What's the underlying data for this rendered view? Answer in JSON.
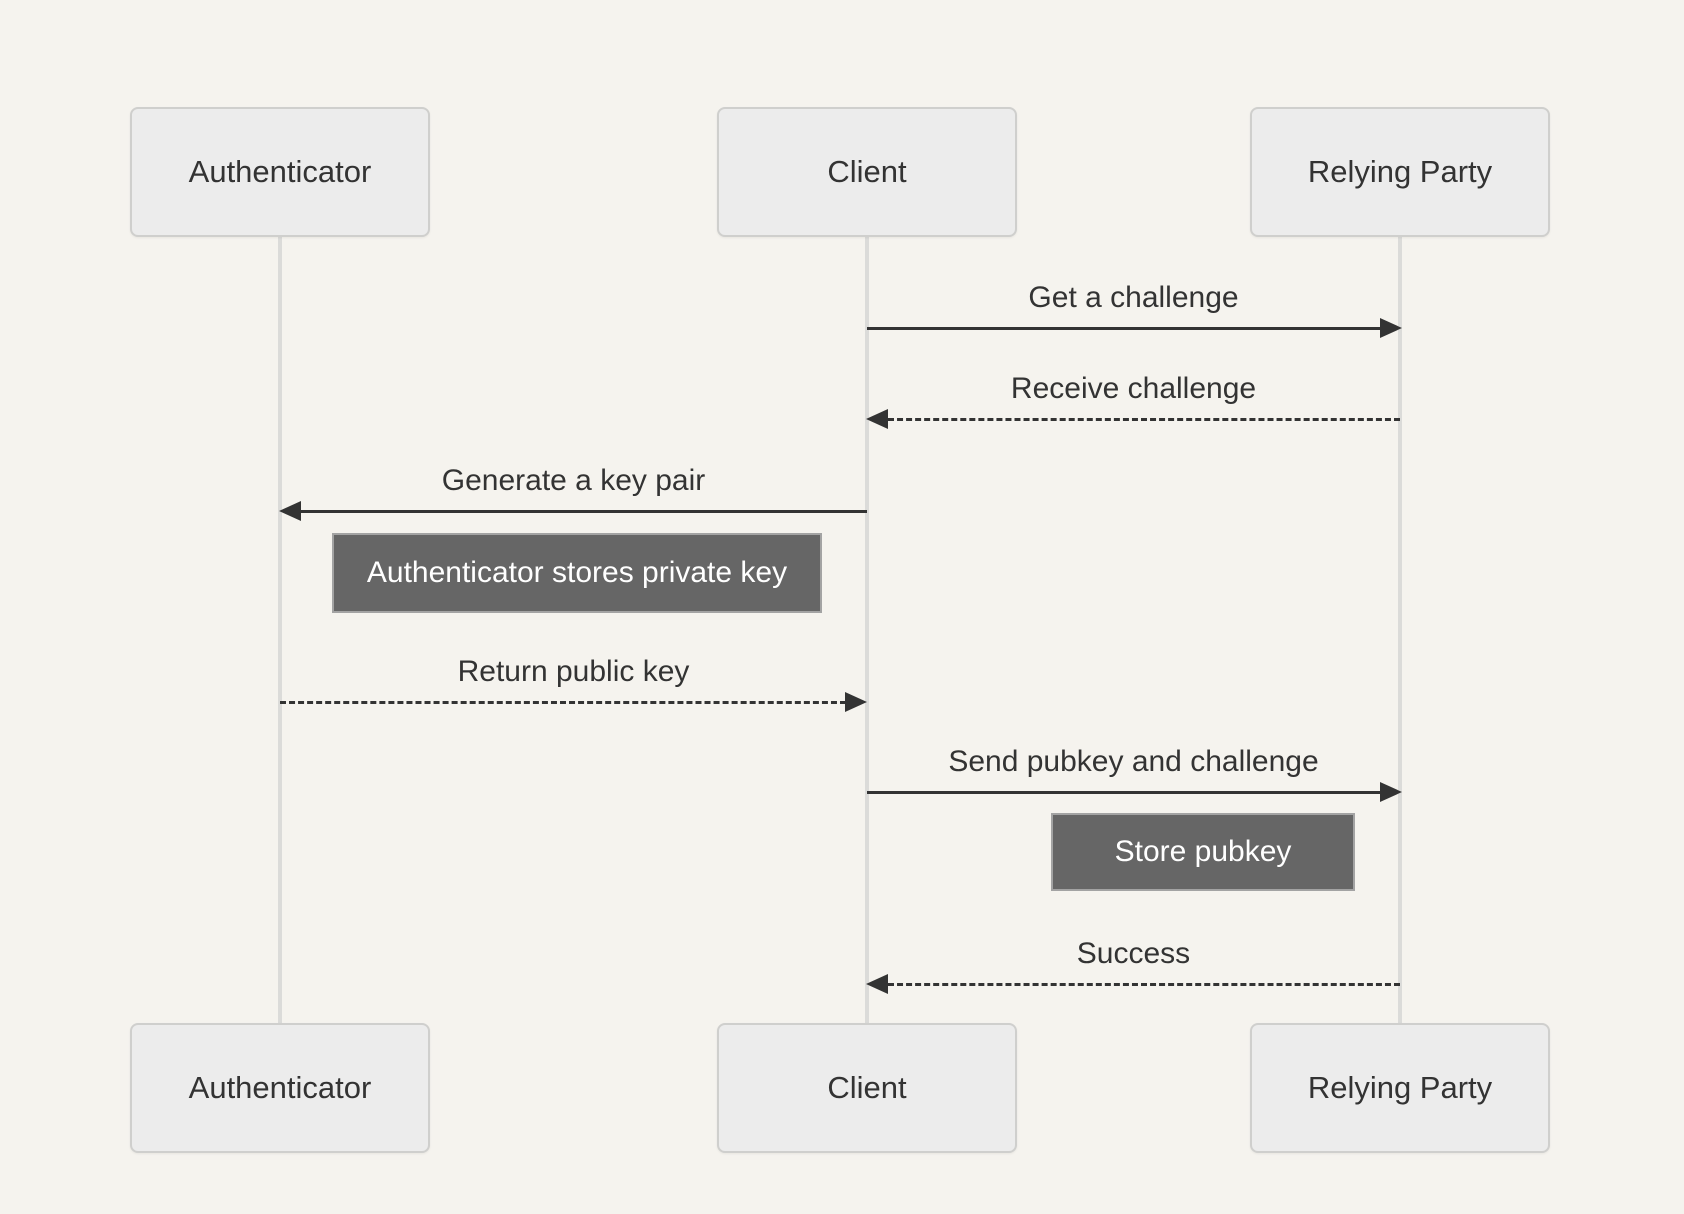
{
  "colors": {
    "background": "#f5f3ee",
    "actor_fill": "#ececec",
    "actor_border": "#cfcfcd",
    "actor_text": "#333333",
    "lifeline": "#dbdbd9",
    "message": "#333333",
    "note_fill": "#666666",
    "note_border": "#a3a3a3",
    "note_text": "#ffffff"
  },
  "diagram_type": "sequence",
  "actors": [
    {
      "id": "authenticator",
      "label": "Authenticator"
    },
    {
      "id": "client",
      "label": "Client"
    },
    {
      "id": "relying_party",
      "label": "Relying Party"
    }
  ],
  "messages": [
    {
      "label": "Get a challenge",
      "from": "Client",
      "to": "Relying Party",
      "line": "solid"
    },
    {
      "label": "Receive challenge",
      "from": "Relying Party",
      "to": "Client",
      "line": "dashed"
    },
    {
      "label": "Generate a key pair",
      "from": "Client",
      "to": "Authenticator",
      "line": "solid"
    },
    {
      "label": "Return public key",
      "from": "Authenticator",
      "to": "Client",
      "line": "dashed"
    },
    {
      "label": "Send pubkey and challenge",
      "from": "Client",
      "to": "Relying Party",
      "line": "solid"
    },
    {
      "label": "Success",
      "from": "Relying Party",
      "to": "Client",
      "line": "dashed"
    }
  ],
  "notes": [
    {
      "label": "Authenticator stores private key",
      "position": "right of Authenticator"
    },
    {
      "label": "Store pubkey",
      "position": "left of Relying Party"
    }
  ]
}
